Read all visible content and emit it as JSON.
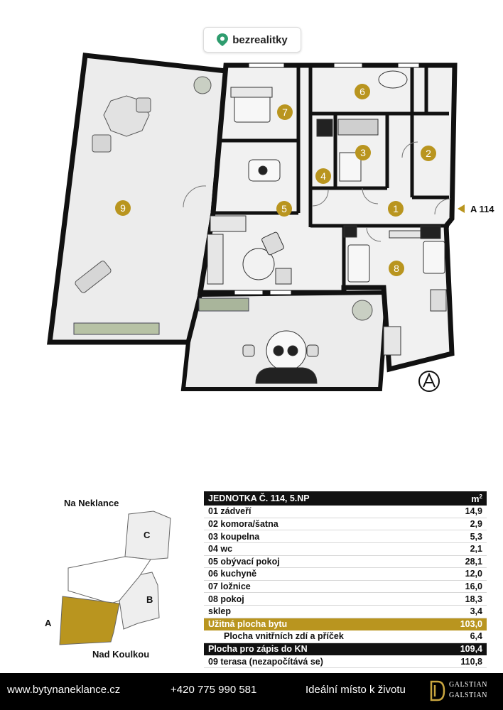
{
  "logo": {
    "text": "bezrealitky"
  },
  "plan": {
    "rooms": [
      "1",
      "2",
      "3",
      "4",
      "5",
      "6",
      "7",
      "8",
      "9"
    ],
    "unit_marker": "A 114",
    "accent": "#b9951f"
  },
  "table": {
    "header": {
      "label": "JEDNOTKA Č. 114, 5.NP",
      "unit": "m",
      "unit_sup": "2"
    },
    "rows": [
      {
        "label": "01 zádveří",
        "value": "14,9"
      },
      {
        "label": "02 komora/šatna",
        "value": "2,9"
      },
      {
        "label": "03 koupelna",
        "value": "5,3"
      },
      {
        "label": "04 wc",
        "value": "2,1"
      },
      {
        "label": "05 obývací pokoj",
        "value": "28,1"
      },
      {
        "label": "06 kuchyně",
        "value": "12,0"
      },
      {
        "label": "07 ložnice",
        "value": "16,0"
      },
      {
        "label": "08 pokoj",
        "value": "18,3"
      },
      {
        "label": "sklep",
        "value": "3,4"
      }
    ],
    "usable": {
      "label": "Užitná plocha bytu",
      "value": "103,0"
    },
    "walls": {
      "label": "Plocha vnitřních zdí a příček",
      "value": "6,4"
    },
    "kn": {
      "label": "Plocha pro zápis do KN",
      "value": "109,4"
    },
    "terrace": {
      "label": "09 terasa (nezapočítává se)",
      "value": "110,8"
    }
  },
  "sitemap": {
    "street_top": "Na Neklance",
    "street_bottom": "Nad Koulkou",
    "building_a": "A",
    "building_b": "B",
    "building_c": "C"
  },
  "footer": {
    "website": "www.bytynaneklance.cz",
    "phone": "+420 775 990 581",
    "slogan": "Ideální místo k životu",
    "brand_line1": "GALSTIAN",
    "brand_line2": "GALSTIAN"
  }
}
